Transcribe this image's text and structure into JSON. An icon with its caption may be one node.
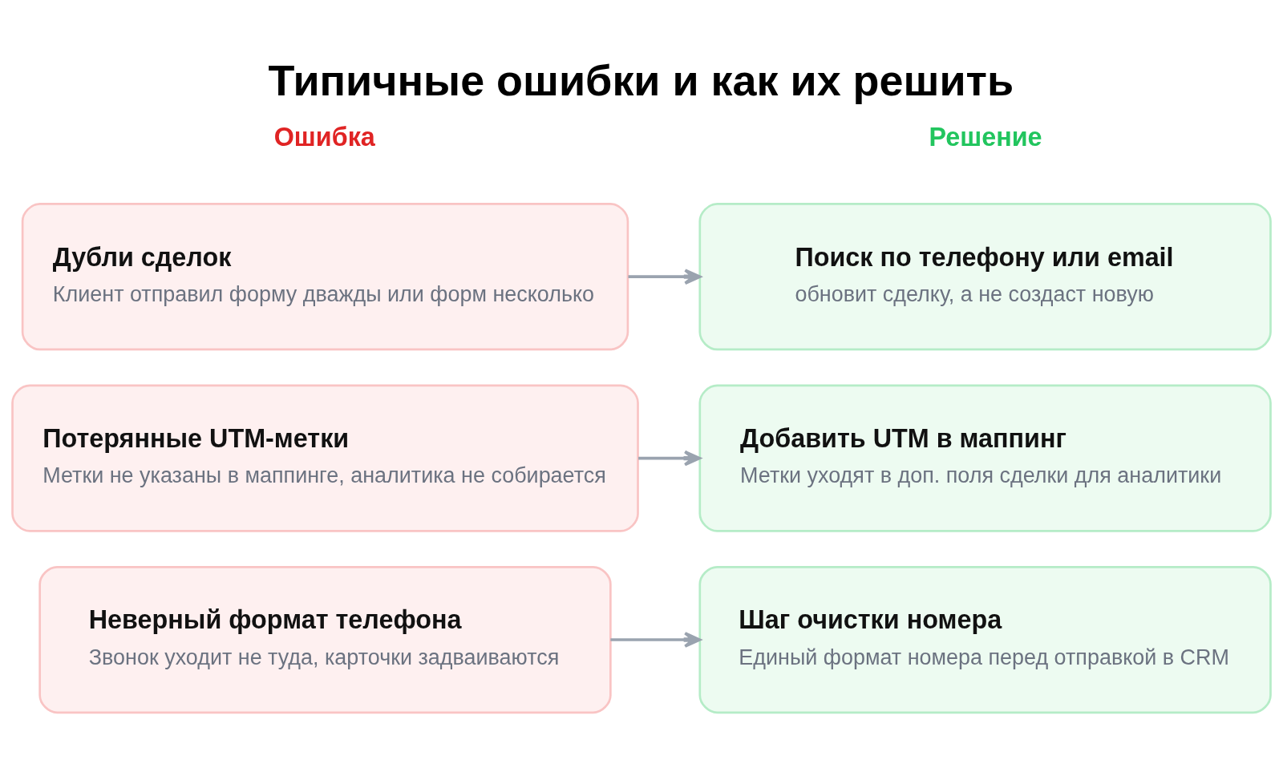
{
  "diagram": {
    "title": "Типичные ошибки и как их решить",
    "nodes": [
      {
        "text": [
          "Дубли сделок",
          "Клиент отправил форму дважды или форм несколько"
        ]
      },
      {
        "text": [
          "Поиск по телефону или email",
          "обновит сделку, а не создаст новую"
        ]
      },
      {
        "text": [
          "Потерянные UTM-метки",
          "Метки не указаны в маппинге, аналитика не собирается"
        ]
      },
      {
        "text": [
          "Добавить UTM в маппинг",
          "Метки уходят в доп. поля сделки для аналитики"
        ]
      },
      {
        "text": [
          "Неверный формат телефона",
          "Звонок уходит не туда, карточки задваиваются"
        ]
      },
      {
        "text": [
          "Шаг очистки номера",
          "Единый формат номера перед отправкой в CRM"
        ]
      }
    ],
    "edges": [
      {
        "from": 0,
        "to": 1,
        "arrow": "to"
      },
      {
        "from": 2,
        "to": 3,
        "arrow": "to"
      },
      {
        "from": 4,
        "to": 5,
        "arrow": "to"
      }
    ],
    "labels": [
      "Ошибка",
      "Решение"
    ]
  }
}
